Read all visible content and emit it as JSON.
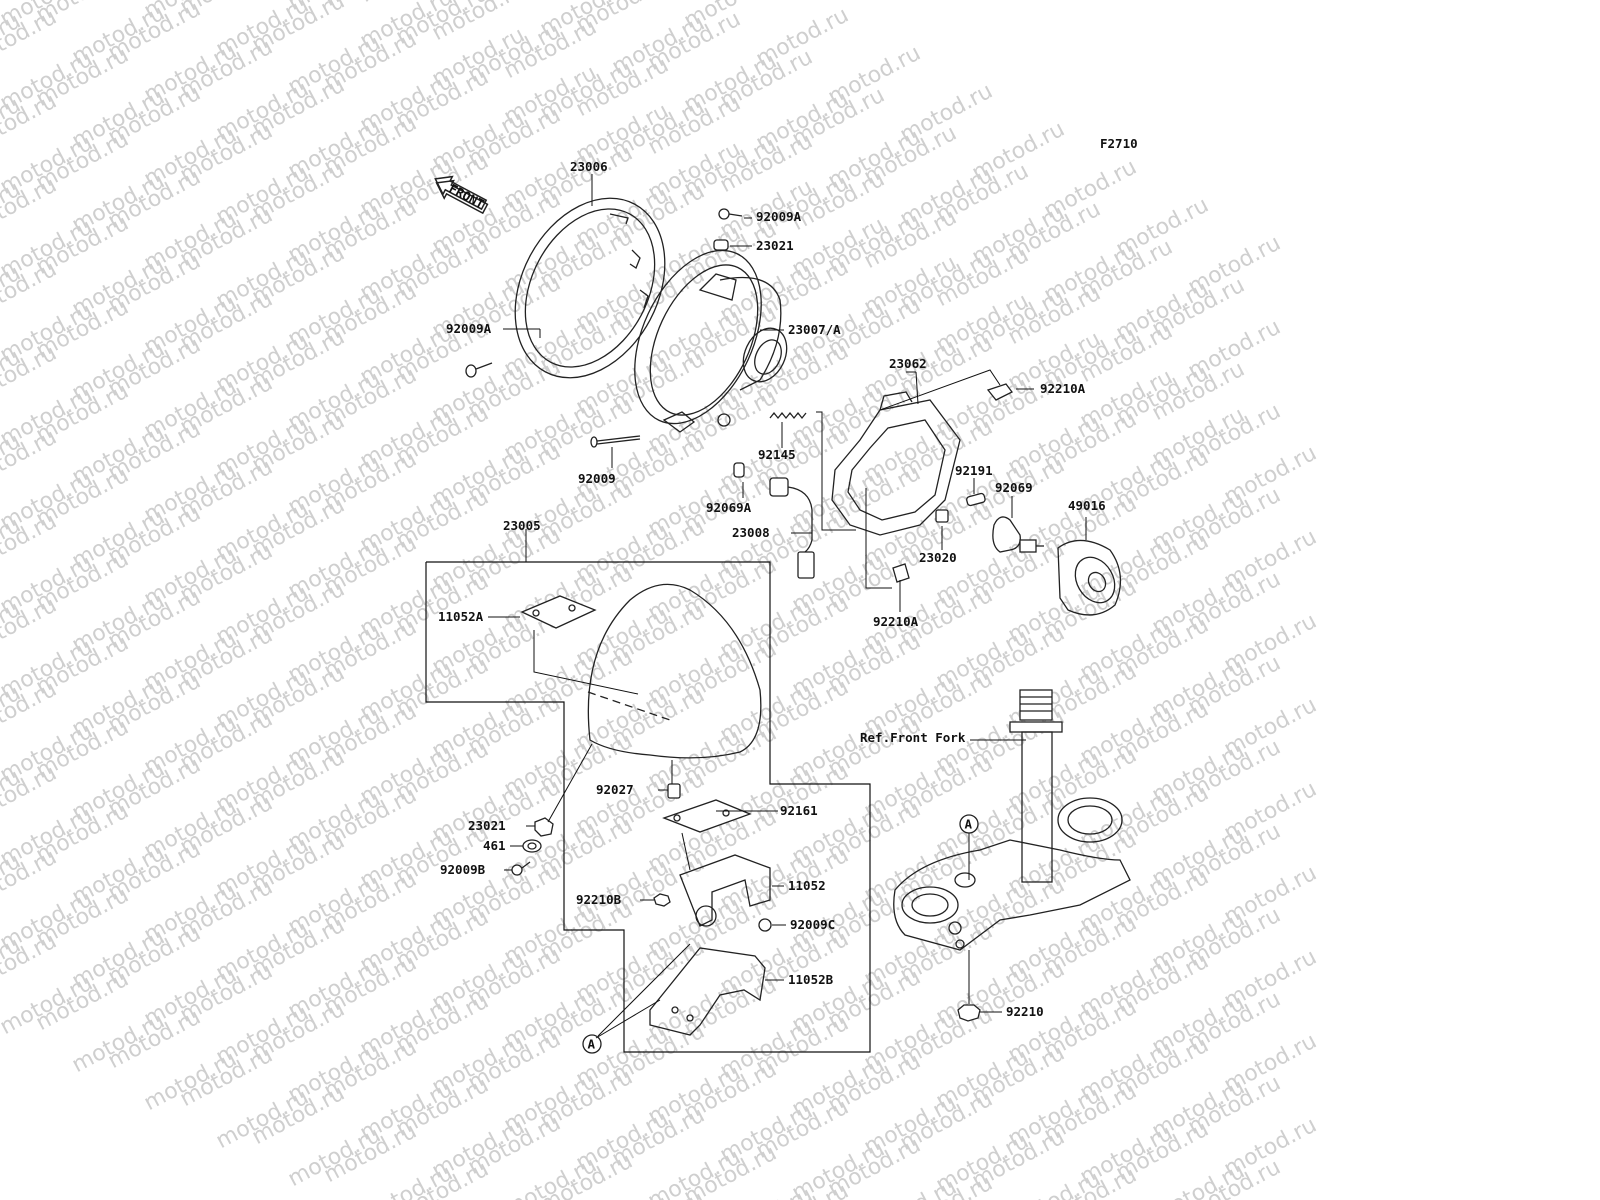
{
  "figure_code": "F2710",
  "front_marker": "FRONT",
  "reference_label": "Ref.Front Fork",
  "point_marker": "A",
  "watermark_text": "motod.ru",
  "parts": {
    "p23006": "23006",
    "p92009A_top": "92009A",
    "p23021_top": "23021",
    "p92009A_left": "92009A",
    "p23007A": "23007/A",
    "p23062": "23062",
    "p92210A_right": "92210A",
    "p92145": "92145",
    "p92009": "92009",
    "p92069A": "92069A",
    "p92191": "92191",
    "p92069": "92069",
    "p49016": "49016",
    "p23005": "23005",
    "p23008": "23008",
    "p23020": "23020",
    "p11052A": "11052A",
    "p92210A_bottom": "92210A",
    "p92027": "92027",
    "p92161": "92161",
    "p23021_bottom": "23021",
    "p461": "461",
    "p92009B": "92009B",
    "p11052": "11052",
    "p92210B": "92210B",
    "p92009C": "92009C",
    "p11052B": "11052B",
    "p92210": "92210"
  }
}
